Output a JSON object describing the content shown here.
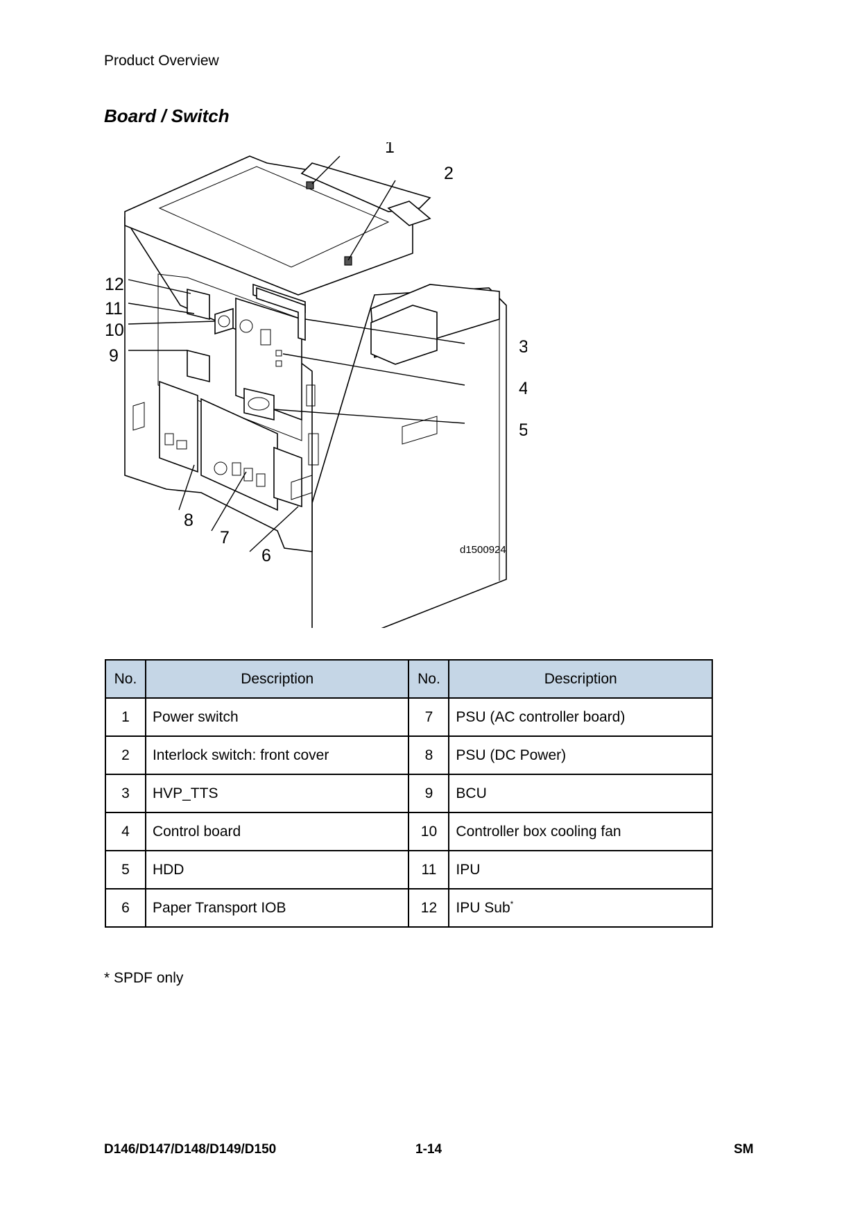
{
  "header": {
    "section": "Product Overview",
    "title": "Board / Switch"
  },
  "figure": {
    "id": "d1500924",
    "callouts": [
      "1",
      "2",
      "3",
      "4",
      "5",
      "6",
      "7",
      "8",
      "9",
      "10",
      "11",
      "12"
    ]
  },
  "table": {
    "headers": [
      "No.",
      "Description",
      "No.",
      "Description"
    ],
    "rows": [
      {
        "no1": "1",
        "desc1": "Power switch",
        "no2": "7",
        "desc2": "PSU (AC controller board)"
      },
      {
        "no1": "2",
        "desc1": "Interlock switch: front cover",
        "no2": "8",
        "desc2": "PSU (DC Power)"
      },
      {
        "no1": "3",
        "desc1": "HVP_TTS",
        "no2": "9",
        "desc2": "BCU"
      },
      {
        "no1": "4",
        "desc1": "Control board",
        "no2": "10",
        "desc2": "Controller box cooling fan"
      },
      {
        "no1": "5",
        "desc1": "HDD",
        "no2": "11",
        "desc2": "IPU"
      },
      {
        "no1": "6",
        "desc1": "Paper Transport IOB",
        "no2": "12",
        "desc2": "IPU Sub",
        "desc2_mark": "*"
      }
    ]
  },
  "footnote": "* SPDF only",
  "footer": {
    "model": "D146/D147/D148/D149/D150",
    "page": "1-14",
    "manual": "SM"
  }
}
